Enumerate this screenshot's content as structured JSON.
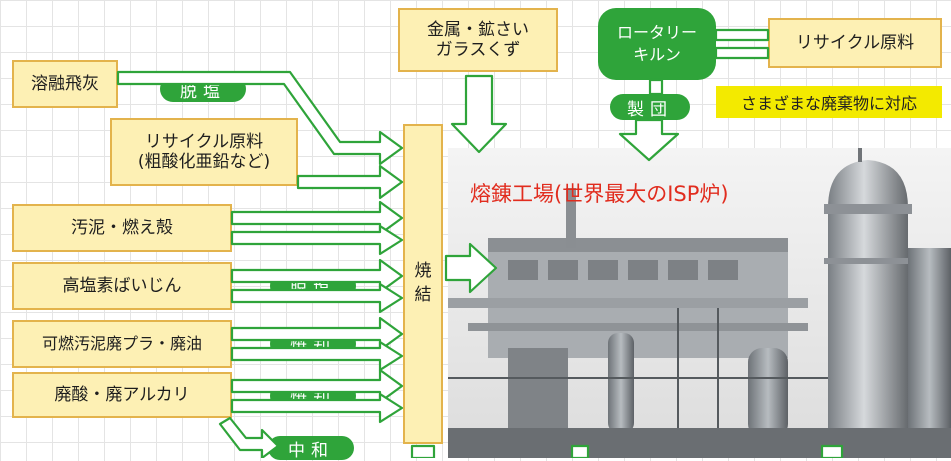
{
  "inputs": {
    "fly_ash": "溶融飛灰",
    "recycle_raw_1": "リサイクル原料",
    "recycle_raw_2": "(粗酸化亜鉛など)",
    "sludge_ash": "汚泥・燃え殻",
    "chlorine_dust": "高塩素ばいじん",
    "combustible": "可燃汚泥廃プラ・廃油",
    "acid_alkali": "廃酸・廃アルカリ",
    "metal_ore_1": "金属・鉱さい",
    "metal_ore_2": "ガラスくず",
    "recycle_raw_right": "リサイクル原料"
  },
  "treatments": {
    "dechlor_top": "脱塩",
    "dechlor_mid": "脱塩",
    "incinerate_1": "焼却",
    "incinerate_2": "焼却",
    "neutralize": "中和",
    "pelletize": "製団"
  },
  "kiln": {
    "line1": "ロータリー",
    "line2": "キルン"
  },
  "sinter": {
    "line1": "焼",
    "line2": "結"
  },
  "note": "さまざまな廃棄物に対応",
  "smelter_title": "熔錬工場(世界最大のISP炉)",
  "colors": {
    "arrow_green": "#2fa43a",
    "box_fill": "#fdf0b4",
    "box_border": "#e3b34c",
    "title_red": "#e12c1e",
    "note_yellow": "#f3ea00"
  }
}
